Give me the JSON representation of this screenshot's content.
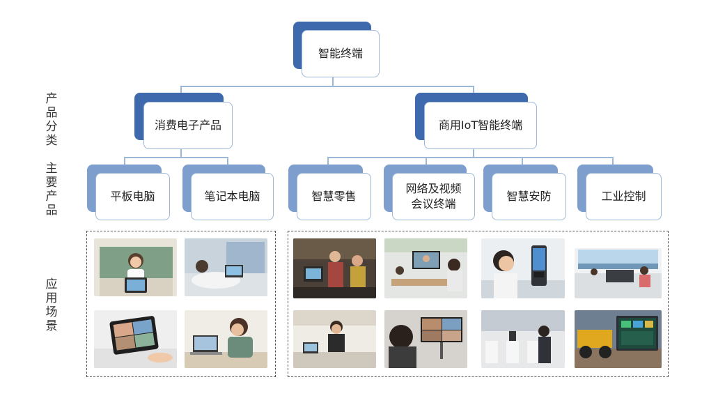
{
  "root": {
    "label": "智能终端"
  },
  "categories": [
    {
      "label": "消费电子产品"
    },
    {
      "label": "商用IoT智能终端"
    }
  ],
  "products": [
    {
      "label": "平板电脑"
    },
    {
      "label": "笔记本电脑"
    },
    {
      "label": "智慧零售"
    },
    {
      "label": "网络及视频\n会议终端"
    },
    {
      "label": "智慧安防"
    },
    {
      "label": "工业控制"
    }
  ],
  "side_labels": {
    "category": "产品分类",
    "product": "主要产品",
    "scene": "应用场景"
  },
  "colors": {
    "accent_dark": "#3f69ad",
    "accent_light": "#7e9fcd",
    "connector": "#9db7d8"
  }
}
